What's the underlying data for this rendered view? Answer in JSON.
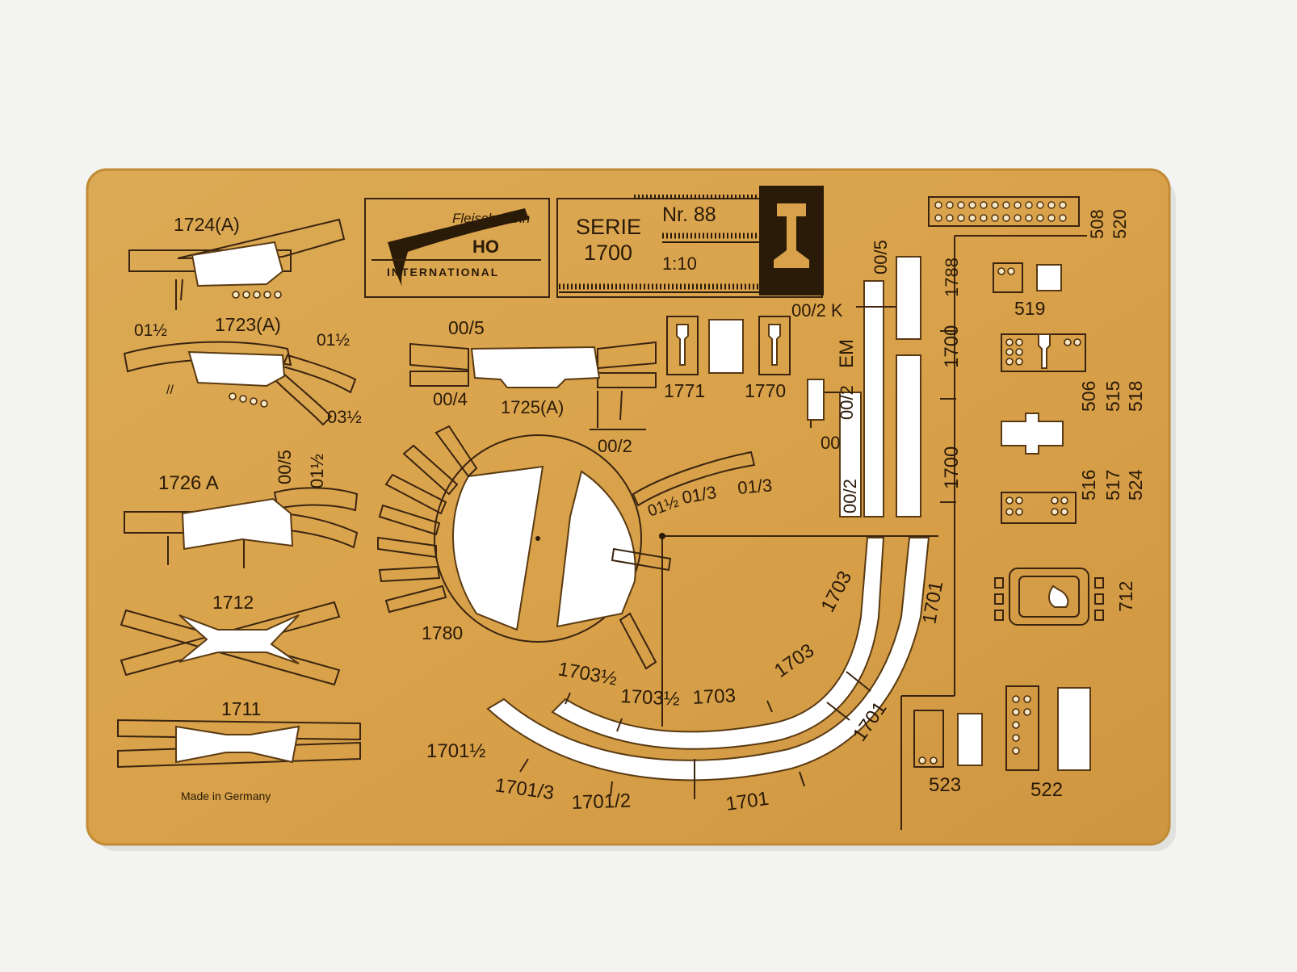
{
  "colors": {
    "background": "#f3f3f1",
    "stencil": "#d9a24a",
    "stencil_edge": "#c18a35",
    "ink": "#2a1a08",
    "cutout": "#ffffff"
  },
  "brand": {
    "logo_script": "Fleischmann",
    "scale": "HO",
    "word": "INTERNATIONAL"
  },
  "title_block": {
    "serie_label": "SERIE",
    "serie_number": "1700",
    "nr_label": "Nr. 88",
    "ratio": "1:10",
    "rail_icon": "rail-profile-icon"
  },
  "footer": {
    "made_in": "Made in Germany"
  },
  "labels": {
    "l1724": "1724(A)",
    "l1723": "1723(A)",
    "l01h_left": "01½",
    "l01h_right": "01½",
    "l03h": "03½",
    "l1726": "1726 A",
    "l005_v": "00/5",
    "l01h_v": "01½",
    "l1712": "1712",
    "l1711": "1711",
    "l005_top": "00/5",
    "l004": "00/4",
    "l1725": "1725(A)",
    "l002_low": "00/2",
    "l1771": "1771",
    "l1770": "1770",
    "l002k": "00/2 K",
    "lem": "EM",
    "l002_side": "00/2",
    "l00_side": "00",
    "l002_side2": "00/2",
    "l005_right": "00/5",
    "l1788": "1788",
    "l1700a": "1700",
    "l1700b": "1700",
    "l1701_side": "1701",
    "l01h_arc": "01½",
    "l013a": "01/3",
    "l013b": "01/3",
    "l1780": "1780",
    "l1703h_a": "1703½",
    "l1703h_b": "1703½",
    "l1703": "1703",
    "l1703_arc": "1703",
    "l1703_top": "1703",
    "l1701_arc": "1701",
    "l1701h": "1701½",
    "l17013": "1701/3",
    "l17012": "1701/2",
    "l1701_bottom": "1701",
    "l508": "508",
    "l520": "520",
    "l519": "519",
    "l506": "506",
    "l515": "515",
    "l518": "518",
    "l516": "516",
    "l517": "517",
    "l524": "524",
    "l712": "712",
    "l523": "523",
    "l522": "522"
  }
}
